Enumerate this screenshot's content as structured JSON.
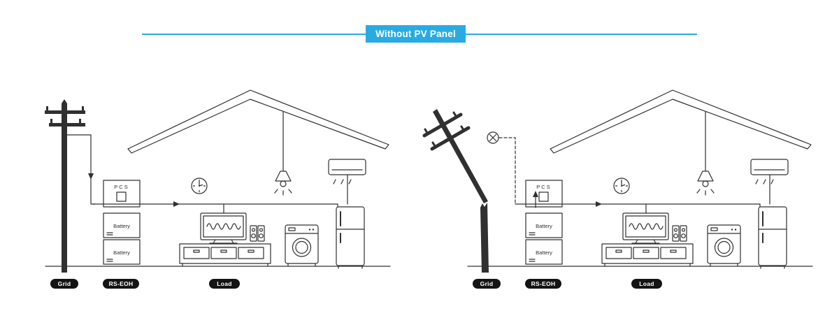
{
  "title": "Without PV Panel",
  "colors": {
    "accent": "#29abe2",
    "line": "#303030",
    "label_bg": "#141414"
  },
  "left_scene": {
    "pcs_label": "PCS",
    "battery_labels": [
      "Battery",
      "Battery"
    ],
    "grid_label": "Grid",
    "system_label": "RS-EOH",
    "load_label": "Load"
  },
  "right_scene": {
    "pcs_label": "PCS",
    "battery_labels": [
      "Battery",
      "Battery"
    ],
    "grid_label": "Grid",
    "system_label": "RS-EOH",
    "load_label": "Load"
  },
  "icons": {
    "fault": "circle-x-icon",
    "grid_flow": "down-arrow-icon",
    "battery_flow": "up-arrow-icon",
    "load_flow": "right-arrow-icon"
  }
}
